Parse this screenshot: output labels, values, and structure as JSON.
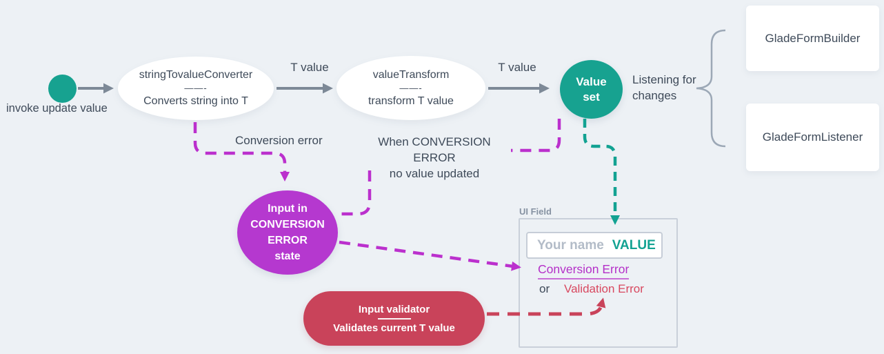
{
  "colors": {
    "background": "#EDF1F5",
    "teal": "#17A290",
    "magenta": "#BB30CD",
    "purple_fill": "#B538CF",
    "red": "#C9435A",
    "validation_red": "#D8485F",
    "slate_text": "#3E4A59",
    "arrow_gray": "#7D8997"
  },
  "flow": {
    "start_label": "invoke update value",
    "converter": {
      "title": "stringTovalueConverter",
      "divider": "——-",
      "subtitle": "Converts string into T"
    },
    "arrow1_label": "T value",
    "transform": {
      "title": "valueTransform",
      "divider": "——-",
      "subtitle": "transform T value"
    },
    "arrow2_label": "T value",
    "value_set": {
      "line1": "Value",
      "line2": "set"
    },
    "listening": {
      "line1": "Listening for",
      "line2": "changes"
    },
    "builder_box": "GladeFormBuilder",
    "listener_box": "GladeFormListener"
  },
  "error_flow": {
    "conversion_error_label": "Conversion error",
    "when_conversion": {
      "line1": "When CONVERSION ERROR",
      "line2": "no value updated"
    },
    "conversion_state": {
      "line1": "Input in",
      "line2": "CONVERSION",
      "line3": "ERROR",
      "line4": "state"
    },
    "validator": {
      "title": "Input validator",
      "subtitle": "Validates current T value"
    }
  },
  "ui_field": {
    "label": "UI Field",
    "input": {
      "placeholder": "Your name",
      "value": "VALUE"
    },
    "conversion_error_link": "Conversion Error",
    "or_label": "or",
    "validation_error": "Validation Error"
  }
}
